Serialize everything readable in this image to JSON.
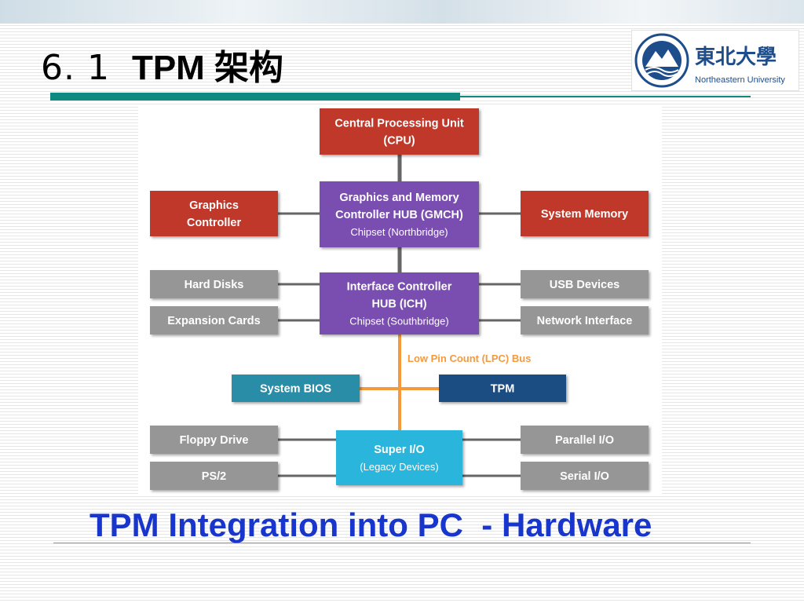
{
  "slide": {
    "number": "6. 1",
    "title_strong": "TPM 架构",
    "caption": "TPM Integration into PC  - Hardware"
  },
  "logo": {
    "chinese_name": "東北大學",
    "english_name": "Northeastern University"
  },
  "diagram": {
    "cpu": [
      "Central Processing Unit",
      "(CPU)"
    ],
    "graphics_controller": [
      "Graphics",
      "Controller"
    ],
    "gmch": [
      "Graphics and Memory",
      "Controller HUB (GMCH)",
      "Chipset (Northbridge)"
    ],
    "system_memory": [
      "System Memory"
    ],
    "hard_disks": [
      "Hard Disks"
    ],
    "expansion_cards": [
      "Expansion Cards"
    ],
    "ich": [
      "Interface Controller",
      "HUB (ICH)",
      "Chipset (Southbridge)"
    ],
    "usb_devices": [
      "USB Devices"
    ],
    "network_interface": [
      "Network Interface"
    ],
    "lpc_bus_label": "Low Pin Count (LPC) Bus",
    "system_bios": [
      "System BIOS"
    ],
    "tpm": [
      "TPM"
    ],
    "floppy_drive": [
      "Floppy Drive"
    ],
    "ps2": [
      "PS/2"
    ],
    "super_io": [
      "Super I/O",
      "(Legacy Devices)"
    ],
    "parallel_io": [
      "Parallel I/O"
    ],
    "serial_io": [
      "Serial I/O"
    ]
  },
  "colors": {
    "red_box": "#c0392b",
    "purple_box": "#7a4db0",
    "gray_box": "#969696",
    "teal_box": "#2a8da8",
    "navy_box": "#1f4e82",
    "cyan_box": "#2bb6dc",
    "lpc_bus": "#f59a3c",
    "connector": "#666666",
    "title_rule": "#0e8a80",
    "caption_text": "#1836cc"
  }
}
